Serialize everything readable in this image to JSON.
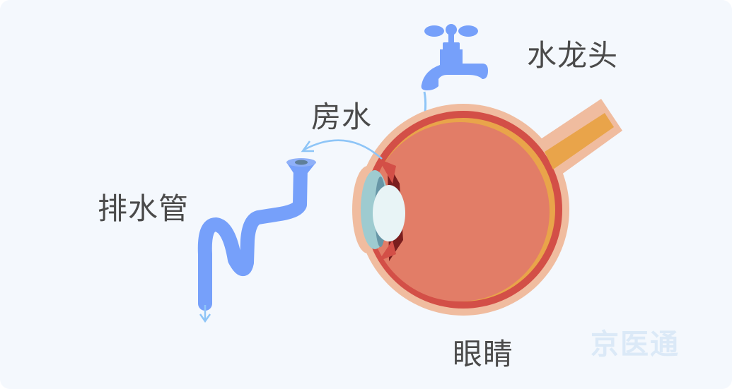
{
  "labels": {
    "faucet": "水龙头",
    "aqueous_humor": "房水",
    "drain_pipe": "排水管",
    "eye": "眼睛"
  },
  "watermark": "京医通",
  "colors": {
    "background": "#f4f8fd",
    "faucet_blue": "#76a0fa",
    "water_line": "#8ec5f7",
    "eye_outer": "#f0bc9f",
    "eye_wall": "#d34f47",
    "eye_inner": "#e27d67",
    "retina": "#e9a44a",
    "lens": "#e8f4f6",
    "cornea": "#9ecbd0"
  }
}
